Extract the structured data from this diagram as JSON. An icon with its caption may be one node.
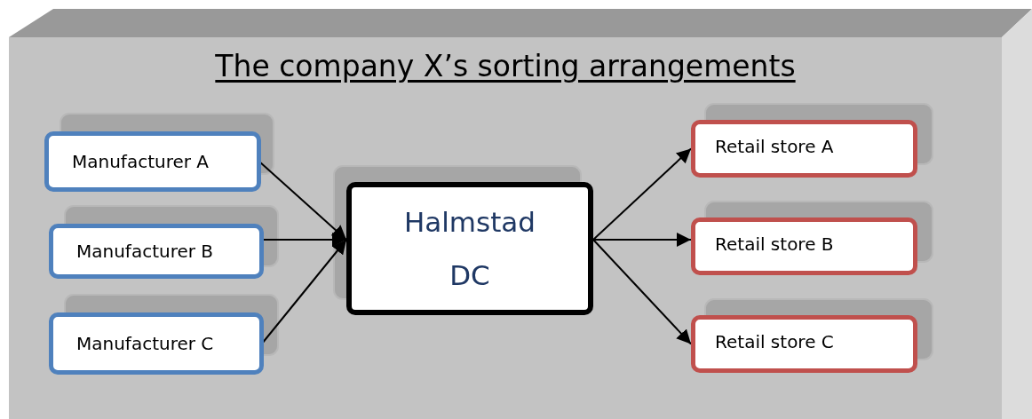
{
  "diagram": {
    "nodes": [
      {
        "text": [
          "The company X’s sorting arrangements"
        ]
      },
      {
        "text": [
          "Manufacturer A"
        ],
        "in": 0
      },
      {
        "text": [
          "Manufacturer B"
        ],
        "in": 0
      },
      {
        "text": [
          "Manufacturer C"
        ],
        "in": 0
      },
      {
        "text": [
          "Halmstad DC"
        ],
        "in": 0
      },
      {
        "text": [
          "Retail store A"
        ],
        "in": 0
      },
      {
        "text": [
          "Retail store B"
        ],
        "in": 0
      },
      {
        "text": [
          "Retail store C"
        ],
        "in": 0
      }
    ],
    "edges": [
      {
        "from": 1,
        "to": 4,
        "arrow": "to"
      },
      {
        "from": 2,
        "to": 4,
        "arrow": "to"
      },
      {
        "from": 3,
        "to": 4,
        "arrow": "to"
      },
      {
        "from": 4,
        "to": 5,
        "arrow": "to"
      },
      {
        "from": 4,
        "to": 6,
        "arrow": "to"
      },
      {
        "from": 4,
        "to": 7,
        "arrow": "to"
      }
    ]
  }
}
